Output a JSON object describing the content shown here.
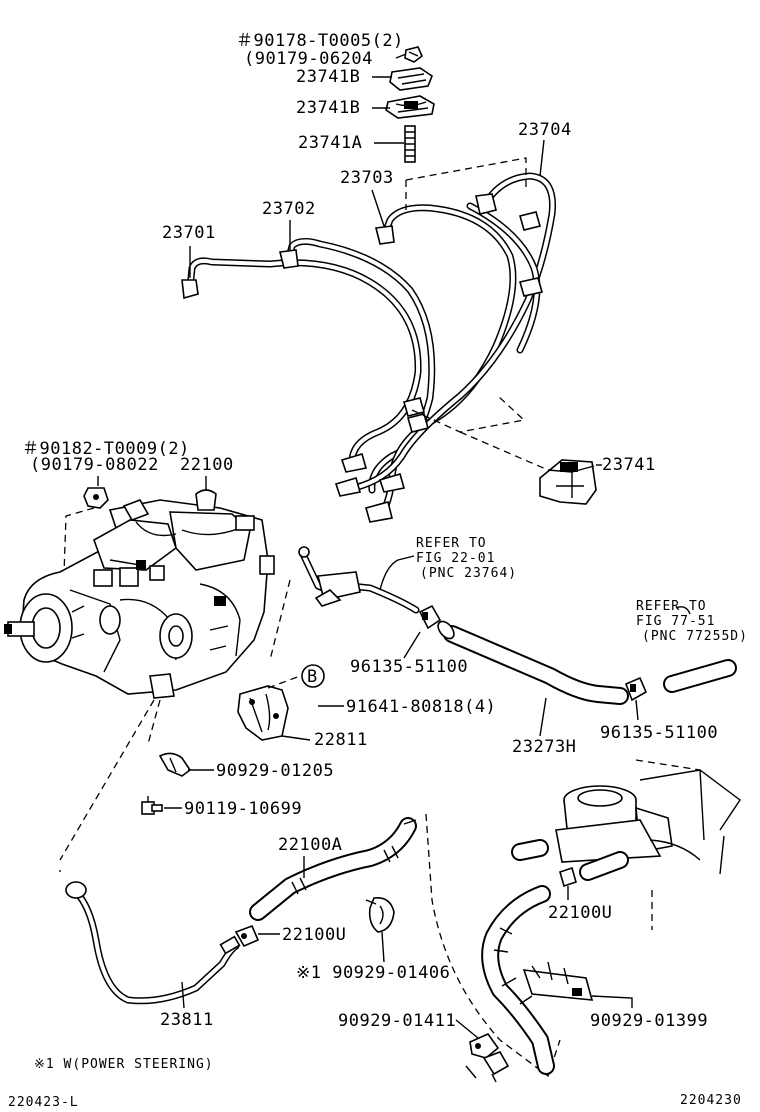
{
  "labels": {
    "nut_90178": "＃90178-T0005(2)",
    "nut_90179_06204": "(90179-06204",
    "clamp_23741b_1": "23741B",
    "clamp_23741b_2": "23741B",
    "clamp_23741a": "23741A",
    "pipe_23704": "23704",
    "pipe_23703": "23703",
    "pipe_23702": "23702",
    "pipe_23701": "23701",
    "clamp_23741": "23741",
    "nut_90182": "＃90182-T0009(2)",
    "nut_90179_08022": "(90179-08022",
    "pump_22100": "22100",
    "refer_a_line1": "REFER TO",
    "refer_a_line2": "FIG 22-01",
    "refer_a_line3": "(PNC 23764)",
    "refer_b_line1": "REFER TO",
    "refer_b_line2": "FIG 77-51",
    "refer_b_line3": "(PNC 77255D)",
    "clip_96135_left": "96135-51100",
    "clip_96135_right": "96135-51100",
    "bolt_91641": "91641-80818(4)",
    "bracket_22811": "22811",
    "hose_23273h": "23273H",
    "clip_90929_01205": "90929-01205",
    "bolt_90119": "90119-10699",
    "hose_22100a": "22100A",
    "hose_22100u_left": "22100U",
    "hose_22100u_right": "22100U",
    "clamp_90929_01406": "※1 90929-01406",
    "pipe_23811": "23811",
    "clip_90929_01411": "90929-01411",
    "clip_90929_01399": "90929-01399",
    "ref_marker_b": "B",
    "footnote": "※1 W(POWER STEERING)",
    "code_left": "220423-L",
    "code_right": "2204230"
  }
}
